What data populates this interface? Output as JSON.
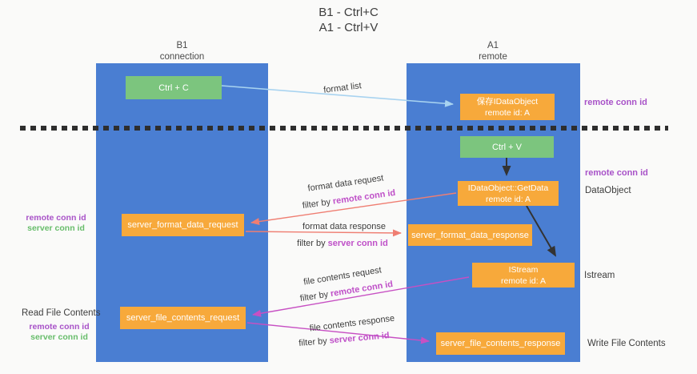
{
  "title": {
    "line1": "B1 - Ctrl+C",
    "line2": "A1 - Ctrl+V"
  },
  "lanes": {
    "left": {
      "name": "B1",
      "subtitle": "connection"
    },
    "right": {
      "name": "A1",
      "subtitle": "remote"
    }
  },
  "nodes": {
    "ctrl_c": {
      "label": "Ctrl + C"
    },
    "ctrl_v": {
      "label": "Ctrl + V"
    },
    "save_dataobject": {
      "line1": "保存IDataObject",
      "line2": "remote id: A"
    },
    "getdata": {
      "line1": "IDataObject::GetData",
      "line2": "remote id: A"
    },
    "istream": {
      "line1": "IStream",
      "line2": "remote id: A"
    },
    "server_format_data_request": {
      "label": "server_format_data_request"
    },
    "server_format_data_response": {
      "label": "server_format_data_response"
    },
    "server_file_contents_request": {
      "label": "server_file_contents_request"
    },
    "server_file_contents_response": {
      "label": "server_file_contents_response"
    }
  },
  "side_labels": {
    "remote_conn_id": "remote conn id",
    "server_conn_id": "server conn id",
    "dataobject": "DataObject",
    "istream": "Istream",
    "read_file_contents": "Read File Contents",
    "write_file_contents": "Write File Contents"
  },
  "flow_labels": {
    "format_list": "format list",
    "format_data_request": "format data request",
    "format_data_response": "format data response",
    "file_contents_request": "file contents request",
    "file_contents_response": "file contents response",
    "filter_by": "filter by",
    "remote_conn_id": "remote conn id",
    "server_conn_id": "server conn id"
  },
  "colors": {
    "lane_blue": "#4a7ed2",
    "node_green": "#7cc57e",
    "node_orange": "#f7a93b",
    "arrow_salmon": "#ef7e72",
    "arrow_magenta": "#c750c3",
    "arrow_light_blue": "#a8d3f0",
    "arrow_black": "#333333",
    "text_purple": "#a852c8",
    "text_magenta": "#bf50c8",
    "text_green": "#68bd6b",
    "text_dark": "#3d3d3d"
  }
}
